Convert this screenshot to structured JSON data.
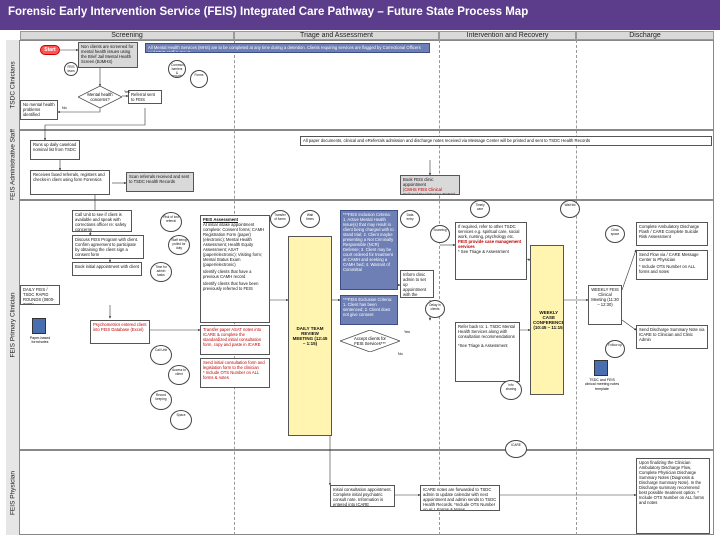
{
  "title": "Forensic Early Intervention Service (FEIS) Integrated Care Pathway – Future State Process Map",
  "columns": [
    "Screening",
    "Triage and Assessment",
    "Intervention and Recovery",
    "Discharge"
  ],
  "lanes": [
    "TSDC Clinicians",
    "FEIS Administrative Staff",
    "FEIS Primary Clinician",
    "FEIS Physician"
  ],
  "colors": {
    "title_bg": "#5b3d8c",
    "blue_box": "#6d7fb5",
    "red": "#c00000",
    "grey": "#d9d9d9"
  },
  "nodes": {
    "start": "Start",
    "screen": "Non clients are screened for mental health issues using the Brief Jail Mental Health Screen (BJMHS)",
    "mh_concern": "Mental health concerns?",
    "no_concern": "No mental health problems identified",
    "referral": "Referral sent to FEIS",
    "banner": "All Mental Health Services (MHS) are to be completed at any time during a detention. Clients requiring services are flagged by Correctional Officers and FEIS staff in Court.",
    "daily_census": "Runs up daily caseload nominal list from TSDC",
    "receives": "Receives faxed referrals, registers and checks-in client using form Forensics",
    "scans": "Scan referrals received and sent to TSDC Health Records",
    "all_docs": "All paper documents, clinical and eReferrals admission and discharge notes received via Message Center will be printed and sent to TSDC Health Records",
    "book_appt": "Book FEIS clinic appointment",
    "cmhs_reg": "(CMHS FEIS Clinical Referral Registration TSDC)",
    "call_unit": "Call Unit to see if client is available and speak with corrections officer re: safety concerns",
    "discuss": "Discuss FEIS Program with client. Confirm agreement to participate by obtaining the client sign a consent form",
    "book_initial": "Book initial appointment with client",
    "daily_rounds": "DAILY FEIS / TSDC RAPID ROUNDS (0800-0830)",
    "paper_note": "Paper-based form/notes",
    "psych_admin": "Psychometrics entered client into FEIS Database (Excel)",
    "assessment_head": "FEIS Assessment",
    "assessment_body": "At initial intake appointment complete: Consent forms; CAMH Registration Form (paper) (electronic); Mental Health Assessment; Health Equity Assessment; ASAT (paper/electronic); Visiting form; Mental Status Exam (paper/electronic)",
    "identify": "Identify clients that have a previous CAMH record",
    "identify2": "Identify clients that have been previously referred to FEIS",
    "transfer": "Transfer paper ASAT notes into ICARE & complete the standardized initial consultation form, copy and paste in ICARE",
    "send_initial": "Send initial consultation form and legislation form to the clinician",
    "opts": "* Include OTS Number on ALL forms & notes",
    "team_review": "DAILY TEAM REVIEW MEETING (12:45 – 1:15)",
    "inclusion": "***FEIS Inclusion Criteria: 1. Active Mental Health Issue(s) that may result in client being charged with to stand trial; 2. Client maybe presenting a Not Criminally Responsible (NCR) Defense; 3. Client may be court ordered for treatment at CAMH and seeking a CAMH bed; 4. Warrant of Committal",
    "exclusion": "***FEIS Exclusion Criteria: 1. Client has been sentenced; 2. Client does not give consent",
    "accept": "Accept clients for FEIS Services***",
    "inform": "Inform clinic admin to set up appointment with the Physician",
    "refer_other": "If required, refer to other TSDC services e.g. spiritual care, social work, nursing, psychology etc.",
    "feis_provide": "FEIS provide case management services",
    "see_triage": "* See Triage & Assessment",
    "refer_back": "Refer back to: 1. TSDC Mental Health Services along with consultation recommendations",
    "see_triage2": "*See Triage & Assessment",
    "weekly_case": "WEEKLY CASE CONFERENCE (10:45 – 11:15)",
    "weekly_feis": "WEEKLY FEIS Clinical Meeting (11:30 – 12:30)",
    "tsdc_feis_note": "TSDC and FEIS clinical meeting notes template",
    "complete_ambulatory": "Complete Ambulatory Discharge Flash / CARE Complete Suicide Risk Assessment",
    "send_fax": "Send Flow via / CARE Message Center to Physician",
    "include_ots2": "* Include OTS Number on ALL forms and notes",
    "send_discharge": "Send Discharge Summary Note via ICARE to Clinician and Clinic Admin",
    "initial_consult": "Initial consultation appointment. Complete initial psychiatric consult note. Information is entered into ICARE",
    "icare_notes": "ICARE notes are forwarded to TSDC admin to update calendar with next appointment and admin sends to TSDC Health Records. *Include OTS Number on ALL Forms & Notes",
    "upon_finalizing": "Upon finalizing the Clinician Ambulatory Discharge Flow, Complete Physician Discharge Summary Notes (Diagnosis & Discharge Summary Note). In the Discharge summary recommend best possible treatment option. * Include OTS Number on ALL forms and notes"
  },
  "clouds": [
    "FEIS team",
    "Communication barriers & security",
    "Forms",
    "Risk of lost referral",
    "Staff being pulled for duty",
    "Time for admin tasks",
    "Call Unit",
    "Access to client",
    "Record keeping",
    "Space",
    "Transfer of forms",
    "Wait times",
    "Data entry",
    "Scanning",
    "Delay in clients",
    "Info sharing",
    "ICARE",
    "Clinic space",
    "Follow up",
    "Wait list",
    "Timely care"
  ],
  "labels": {
    "yes": "Yes",
    "no": "No"
  }
}
